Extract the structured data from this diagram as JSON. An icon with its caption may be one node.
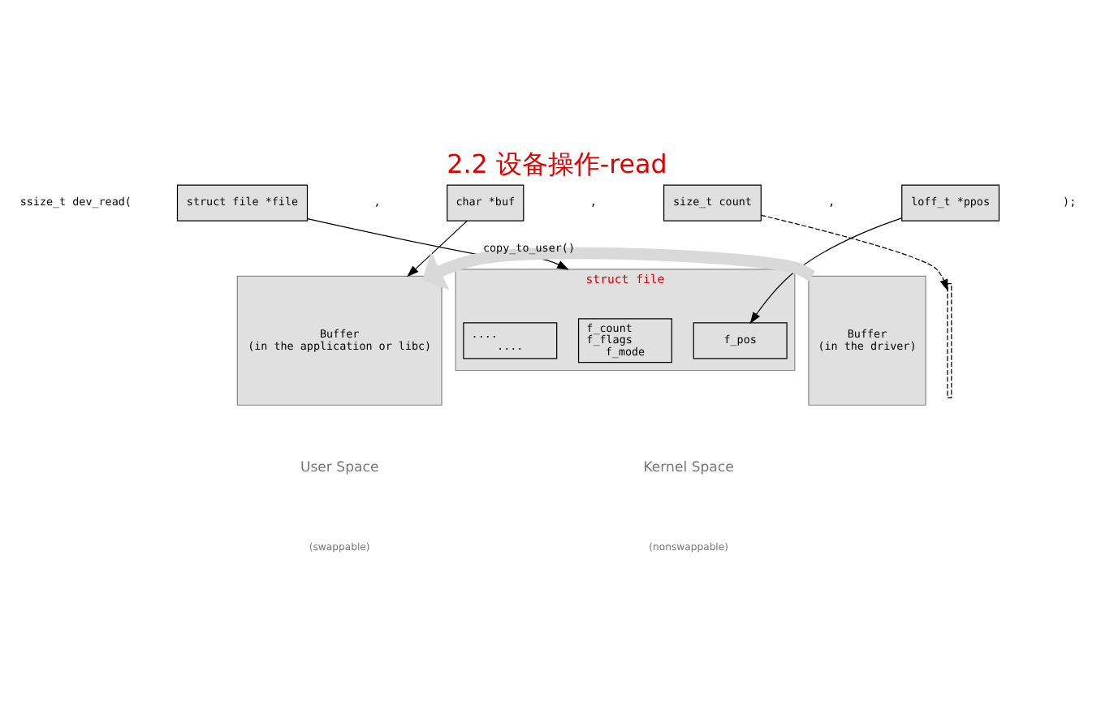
{
  "diagram": {
    "title": "2.2 设备操作-read",
    "nodes": [
      {
        "text": [
          "struct file *file"
        ]
      },
      {
        "text": [
          "char *buf"
        ]
      },
      {
        "text": [
          "size_t count"
        ]
      },
      {
        "text": [
          "loff_t *ppos"
        ]
      },
      {
        "text": [
          "struct file"
        ]
      },
      {
        "text": [
          "f_count",
          "f_flags",
          "f_mode"
        ],
        "in": 4
      },
      {
        "text": [
          "f_pos"
        ],
        "in": 4
      },
      {
        "text": [
          "....",
          "...."
        ],
        "in": 4
      },
      {
        "text": [
          "Buffer",
          "(in the driver)"
        ]
      },
      {
        "text": [
          "Buffer",
          "(in the application or libc)"
        ]
      },
      {
        "text": [],
        "shape": "bar"
      }
    ],
    "edges": [
      {
        "from": 0,
        "to": 4,
        "arrow": "to"
      },
      {
        "from": 1,
        "to": 9,
        "arrow": "to"
      },
      {
        "from": 2,
        "to": 10,
        "arrow": "to",
        "style": "dashed"
      },
      {
        "from": 3,
        "to": 6,
        "arrow": "to"
      },
      {
        "from": 8,
        "to": 9,
        "arrow": "to",
        "label": "copy_to_user()",
        "style": "thick",
        "color": "#d9d9d9"
      }
    ],
    "labels": [
      "ssize_t dev_read(",
      ",",
      ",",
      ",",
      ");",
      "Kernel Space",
      "(nonswappable)",
      "User Space",
      "(swappable)"
    ]
  }
}
